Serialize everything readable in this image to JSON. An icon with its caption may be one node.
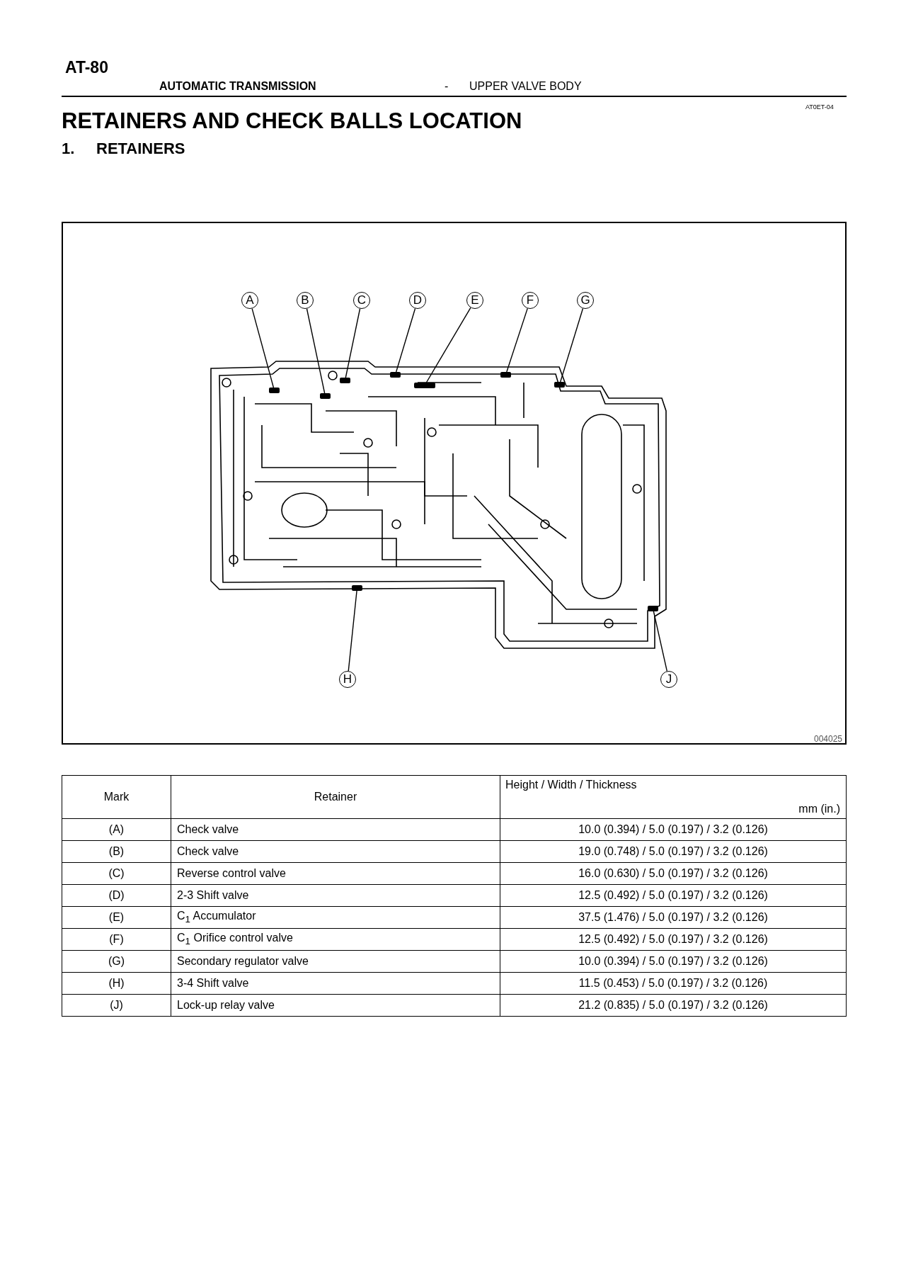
{
  "diagram": {
    "title": "RETAINERS AND CHECK BALLS LOCATION",
    "nodes": [
      {
        "text": [
          "A"
        ]
      },
      {
        "text": [
          "B"
        ]
      },
      {
        "text": [
          "C"
        ]
      },
      {
        "text": [
          "D"
        ]
      },
      {
        "text": [
          "E"
        ]
      },
      {
        "text": [
          "F"
        ]
      },
      {
        "text": [
          "G"
        ]
      },
      {
        "text": [
          "H"
        ]
      },
      {
        "text": [
          "J"
        ]
      },
      {
        "text": [],
        "shape": "box"
      },
      {
        "text": [],
        "shape": "box"
      },
      {
        "text": [],
        "shape": "box"
      },
      {
        "text": [],
        "shape": "box"
      },
      {
        "text": [],
        "shape": "box"
      },
      {
        "text": [],
        "shape": "box"
      },
      {
        "text": [],
        "shape": "box"
      },
      {
        "text": [],
        "shape": "box"
      },
      {
        "text": [],
        "shape": "box"
      }
    ],
    "edges": [
      {
        "from": 0,
        "to": 9,
        "arrow": "none"
      },
      {
        "from": 1,
        "to": 10,
        "arrow": "none"
      },
      {
        "from": 2,
        "to": 11,
        "arrow": "none"
      },
      {
        "from": 3,
        "to": 12,
        "arrow": "none"
      },
      {
        "from": 4,
        "to": 13,
        "arrow": "none"
      },
      {
        "from": 5,
        "to": 14,
        "arrow": "none"
      },
      {
        "from": 6,
        "to": 15,
        "arrow": "none"
      },
      {
        "from": 7,
        "to": 16,
        "arrow": "none"
      },
      {
        "from": 8,
        "to": 17,
        "arrow": "none"
      }
    ],
    "labels": [
      "AT-80",
      "AUTOMATIC TRANSMISSION",
      "-",
      "UPPER VALVE BODY",
      "AT0ET-04",
      "1.",
      "RETAINERS",
      "004025",
      "Mark",
      "Retainer",
      "Height / Width / Thickness",
      "mm (in.)",
      "(A)",
      "Check valve",
      "10.0 (0.394) / 5.0 (0.197) / 3.2 (0.126)",
      "(B)",
      "Check valve",
      "19.0 (0.748) / 5.0 (0.197) / 3.2 (0.126)",
      "(C)",
      "Reverse control valve",
      "16.0 (0.630) / 5.0 (0.197) / 3.2 (0.126)",
      "(D)",
      "2-3 Shift valve",
      "12.5 (0.492) / 5.0 (0.197) / 3.2 (0.126)",
      "(E)",
      "C$_{1}$ Accumulator",
      "37.5 (1.476) / 5.0 (0.197) / 3.2 (0.126)",
      "(F)",
      "C$_{1}$ Orifice control valve",
      "12.5 (0.492) / 5.0 (0.197) / 3.2 (0.126)",
      "(G)",
      "Secondary regulator valve",
      "10.0 (0.394) / 5.0 (0.197) / 3.2 (0.126)",
      "(H)",
      "3-4 Shift valve",
      "11.5 (0.453) / 5.0 (0.197) / 3.2 (0.126)",
      "(J)",
      "Lock-up relay valve",
      "21.2 (0.835) / 5.0 (0.197) / 3.2 (0.126)"
    ]
  }
}
